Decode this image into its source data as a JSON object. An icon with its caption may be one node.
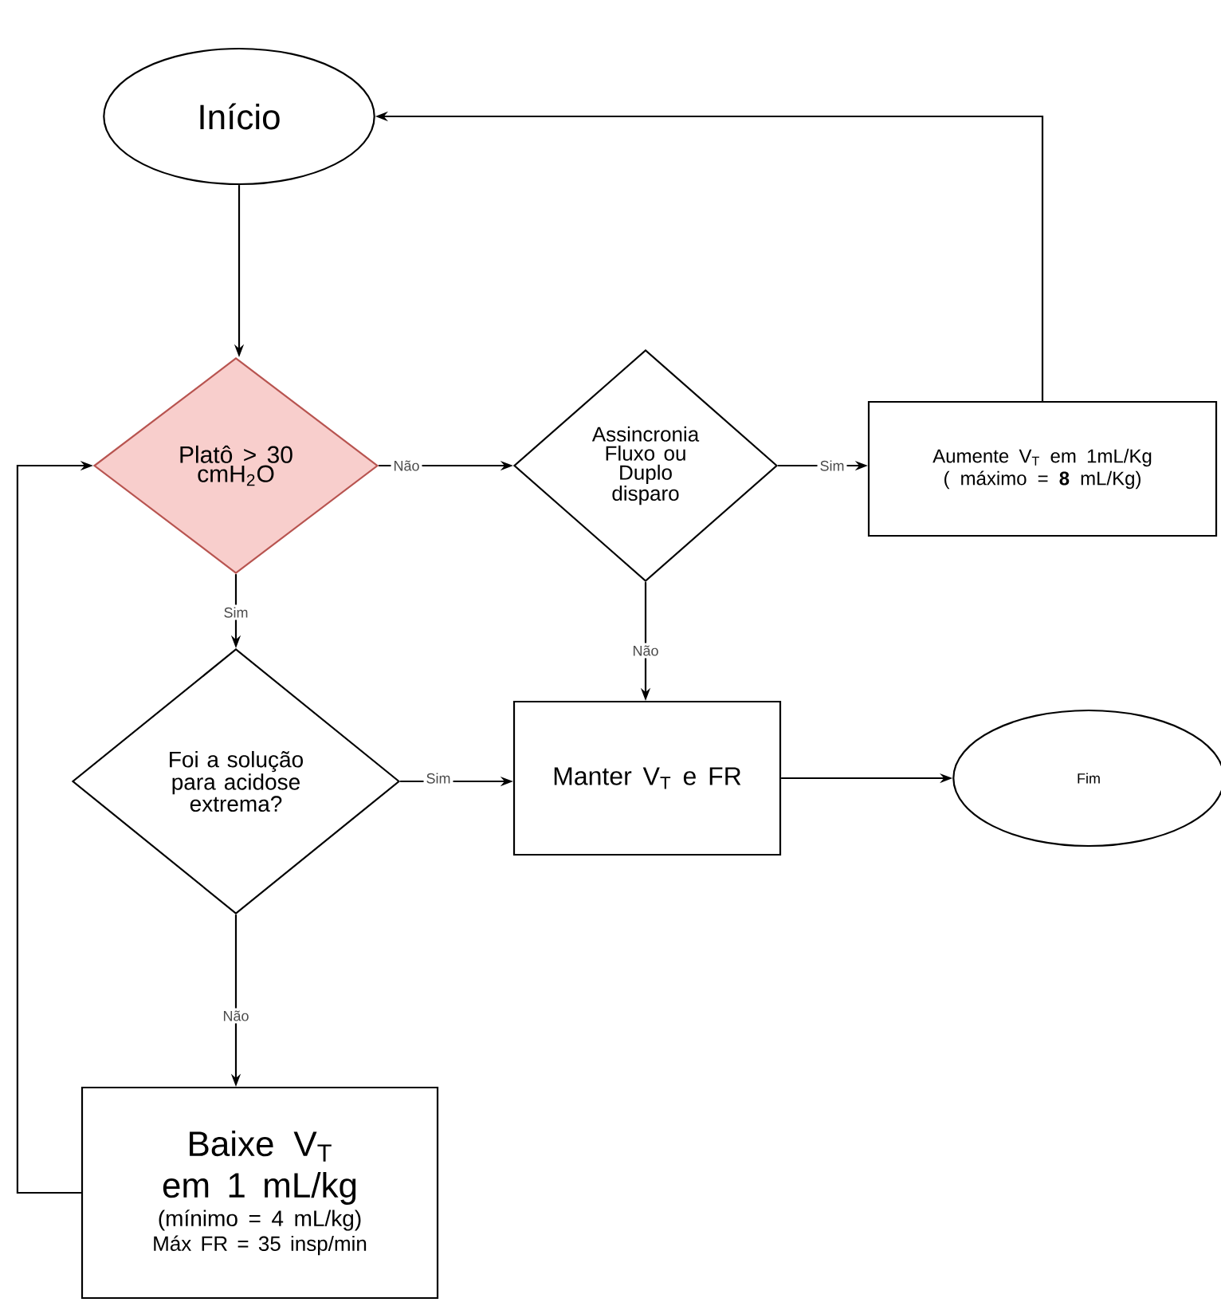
{
  "diagram": {
    "nodes": [
      {
        "text": [
          "Início"
        ]
      },
      {
        "text": [
          "Platô > 30 cmH$_{2}$O"
        ]
      },
      {
        "text": [
          "Assincronia Fluxo ou Duplo disparo"
        ]
      },
      {
        "text": [
          "Aumente V$_{T}$ em 1mL/Kg",
          "( máximo = **8** mL/Kg)"
        ]
      },
      {
        "text": [
          "Foi a solução para acidose extrema?"
        ]
      },
      {
        "text": [
          "Manter V$_{T}$ e FR"
        ]
      },
      {
        "text": [
          "Fim"
        ]
      },
      {
        "text": [
          "Baixe V$_{T}$ em 1 mL/kg",
          "(mínimo = 4 mL/kg)",
          "Máx FR = 35 insp/min"
        ]
      }
    ],
    "edges": [
      {
        "from": 0,
        "to": 1,
        "arrow": "to"
      },
      {
        "from": 1,
        "to": 2,
        "arrow": "to",
        "label": "Não"
      },
      {
        "from": 2,
        "to": 3,
        "arrow": "to",
        "label": "Sim"
      },
      {
        "from": 3,
        "to": 0,
        "arrow": "to"
      },
      {
        "from": 1,
        "to": 4,
        "arrow": "to",
        "label": "Sim"
      },
      {
        "from": 2,
        "to": 5,
        "arrow": "to",
        "label": "Não"
      },
      {
        "from": 4,
        "to": 5,
        "arrow": "to",
        "label": "Sim"
      },
      {
        "from": 5,
        "to": 6,
        "arrow": "to"
      },
      {
        "from": 4,
        "to": 7,
        "arrow": "to",
        "label": "Não"
      },
      {
        "from": 7,
        "to": 1,
        "arrow": "to"
      }
    ]
  }
}
